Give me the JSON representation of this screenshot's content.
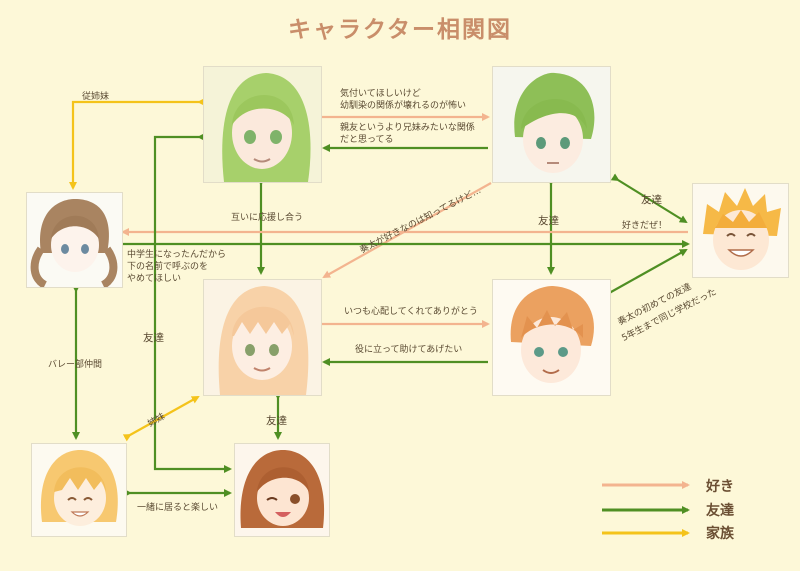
{
  "title": "キャラクター相関図",
  "colors": {
    "like": "#f3b48f",
    "friend": "#4f8f23",
    "family": "#f4c31a",
    "background": "#fdf8d8"
  },
  "characters": [
    {
      "id": "green-girl",
      "hair": "green"
    },
    {
      "id": "green-boy",
      "hair": "green"
    },
    {
      "id": "brown-girl",
      "hair": "brown-pigtails"
    },
    {
      "id": "spiky-boy",
      "hair": "orange-spiky"
    },
    {
      "id": "peach-girl",
      "hair": "peach-long"
    },
    {
      "id": "orange-boy",
      "hair": "orange"
    },
    {
      "id": "blonde-girl",
      "hair": "blonde-bob"
    },
    {
      "id": "wink-girl",
      "hair": "brown-curly"
    }
  ],
  "labels": {
    "cousin": "従姉妹",
    "gb_to_gg_1": "気付いてほしいけど",
    "gb_to_gg_2": "幼馴染の関係が壊れるのが怖い",
    "gg_to_gb_1": "親友というより兄妹みたいな関係",
    "gg_to_gb_2": "だと思ってる",
    "mutual_support": "互いに応援し合う",
    "friends_green_boy_orange": "友達",
    "knows_feelings": "奏太が好きなのは知ってるけど…",
    "friends_spiky": "友達",
    "like_you": "好きだぜ！",
    "middle_school_1": "中学生になったんだから",
    "middle_school_2": "下の名前で呼ぶのを",
    "middle_school_3": "やめてほしい",
    "first_friend_1": "奏太の初めての友達",
    "first_friend_2": "5年生まで同じ学校だった",
    "worry": "いつも心配してくれてありがとう",
    "help": "役に立って助けてあげたい",
    "volleyball": "バレー部仲間",
    "friends_left": "友達",
    "sisters": "姉妹",
    "friends_bottom": "友達",
    "fun_together": "一緒に居ると楽しい"
  },
  "legend": [
    {
      "key": "like",
      "label": "好き"
    },
    {
      "key": "friend",
      "label": "友達"
    },
    {
      "key": "family",
      "label": "家族"
    }
  ]
}
